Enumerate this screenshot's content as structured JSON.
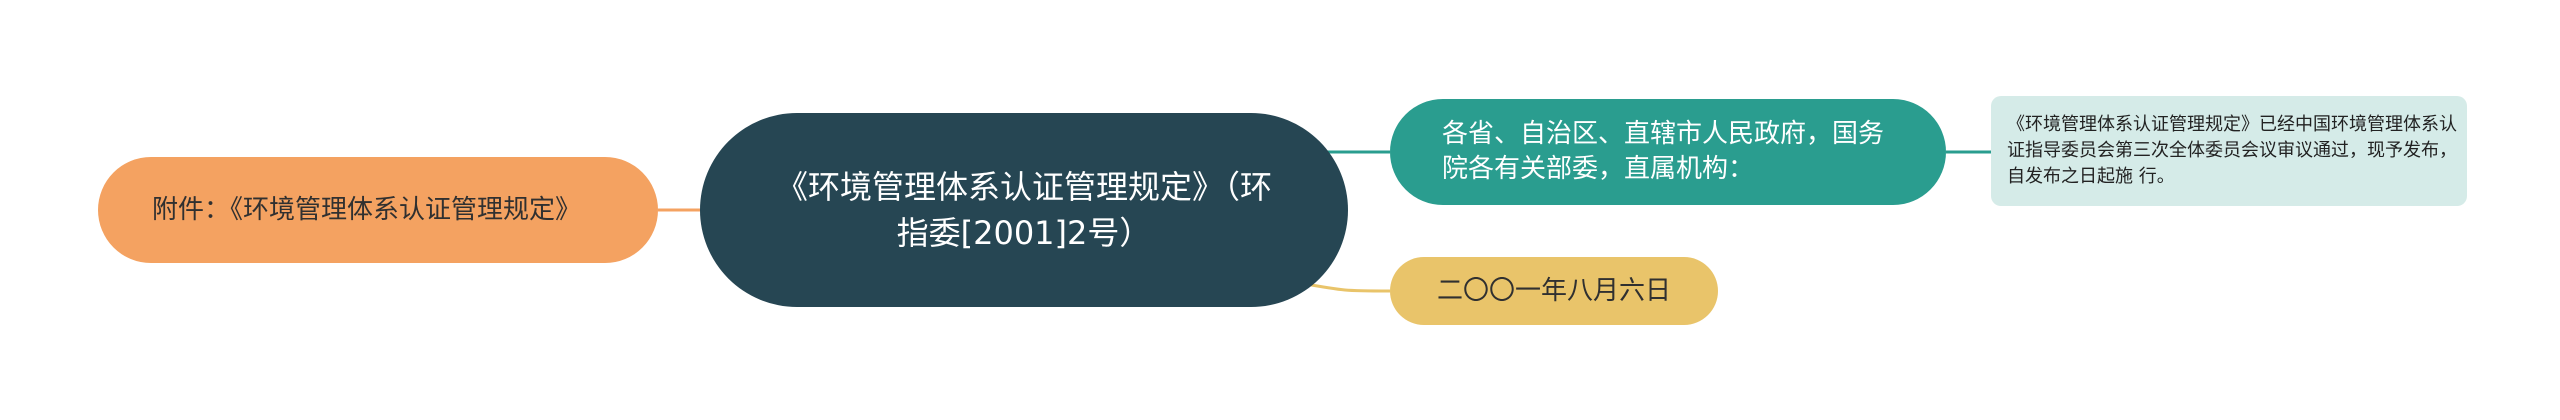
{
  "mindmap": {
    "center": {
      "text": "《环境管理体系认证管理规定》（环指委[2001]2号）"
    },
    "left": {
      "text": "附件：《环境管理体系认证管理规定》"
    },
    "recipients": {
      "text": "各省、自治区、直辖市人民政府，国务院各有关部委，直属机构："
    },
    "date": {
      "text": "二〇〇一年八月六日"
    },
    "detail": {
      "text": "《环境管理体系认证管理规定》已经中国环境管理体系认证指导委员会第三次全体委员会议审议通过，现予发布，自发布之日起施 行。"
    }
  },
  "colors": {
    "center_fill": "#264653",
    "left_fill": "#f4a261",
    "recipients_fill": "#2a9d8f",
    "date_fill": "#e9c46a",
    "detail_fill": "#d5ebe8",
    "link_orange": "#f4a261",
    "link_teal": "#2a9d8f",
    "link_gold": "#e9c46a"
  }
}
